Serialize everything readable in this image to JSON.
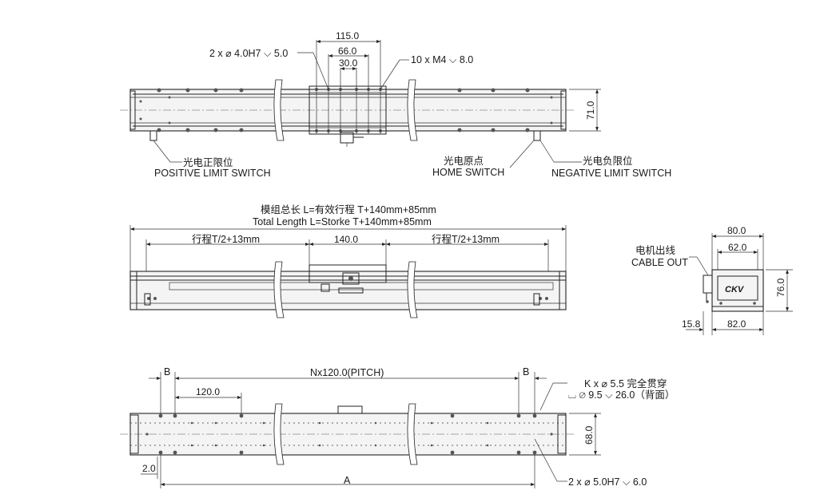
{
  "top_view": {
    "dims": {
      "d115": "115.0",
      "d66": "66.0",
      "d30": "30.0",
      "height": "71.0"
    },
    "callouts": {
      "pin_holes": "2 x ⌀ 4.0H7 ⌵ 5.0",
      "tapped_holes": "10 x  M4 ⌵ 8.0"
    },
    "switches": {
      "positive_cn": "光电正限位",
      "positive_en": "POSITIVE LIMIT SWITCH",
      "home_cn": "光电原点",
      "home_en": "HOME  SWITCH",
      "negative_cn": "光电负限位",
      "negative_en": "NEGATIVE LIMIT SWITCH"
    }
  },
  "front_view": {
    "total_length_cn": "模组总长 L=有效行程 T+140mm+85mm",
    "total_length_en": "Total Length L=Storke T+140mm+85mm",
    "stroke_left": "行程T/2+13mm",
    "carriage": "140.0",
    "stroke_right": "行程T/2+13mm"
  },
  "side_view": {
    "width_outer": "80.0",
    "width_inner": "62.0",
    "cable_cn": "电机出线",
    "cable_en": "CABLE OUT",
    "height": "76.0",
    "offset": "15.8",
    "base_width": "82.0"
  },
  "bottom_view": {
    "b_left": "B",
    "pitch": "Nx120.0(PITCH)",
    "b_right": "B",
    "spacing": "120.0",
    "through_holes": "K x ⌀ 5.5 完全贯穿",
    "counterbore": "⌴  ⌀ 9.5 ⌵ 26.0（背面）",
    "height": "68.0",
    "edge": "2.0",
    "length": "A",
    "pin_holes": "2 x ⌀ 5.0H7 ⌵ 6.0"
  }
}
